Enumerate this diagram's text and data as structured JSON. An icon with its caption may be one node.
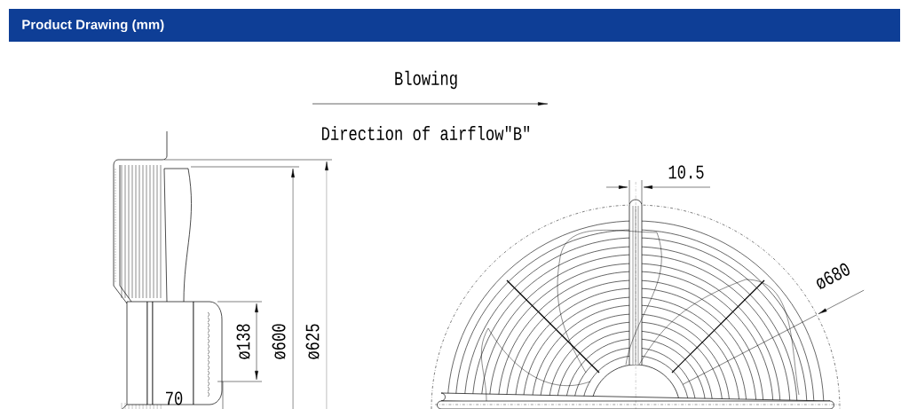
{
  "diagram": {
    "title": "Product Drawing (mm)",
    "labels": [
      "Blowing",
      "Direction of airflow″B″",
      "10.5",
      "ø680",
      "ø138",
      "ø600",
      "ø625",
      "70"
    ]
  }
}
